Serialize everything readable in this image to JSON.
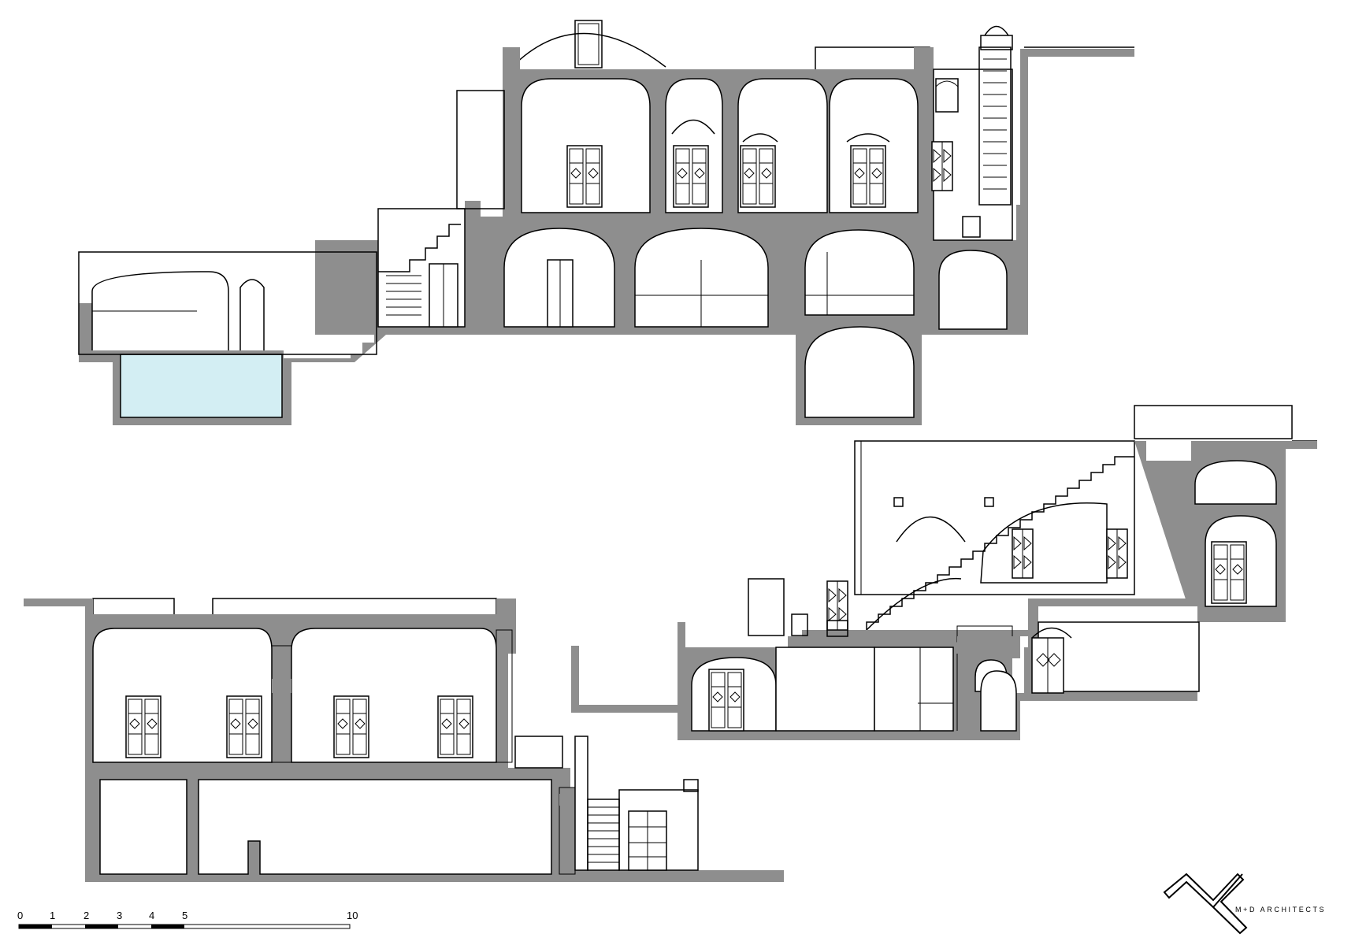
{
  "scale_bar": {
    "labels": [
      "0",
      "1",
      "2",
      "3",
      "4",
      "5",
      "10"
    ]
  },
  "branding": {
    "name": "M+D ARCHITECTS"
  }
}
